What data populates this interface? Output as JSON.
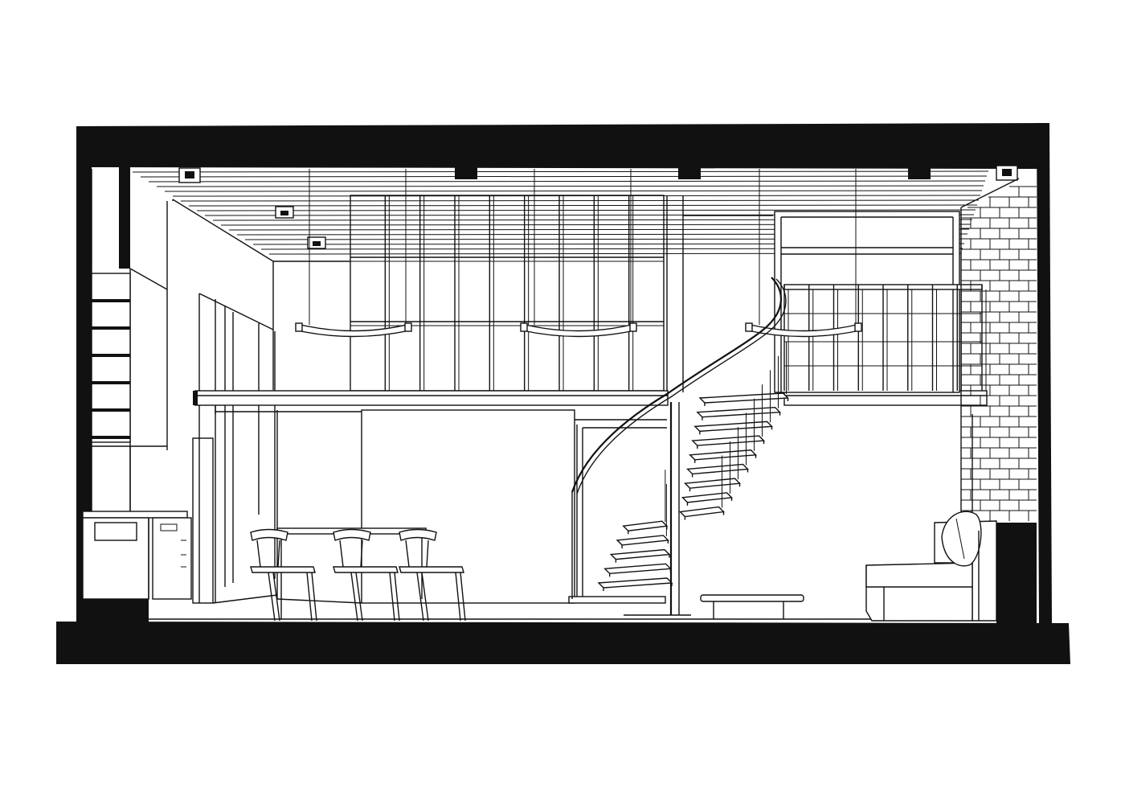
{
  "drawing": {
    "type": "architectural-section",
    "style": "black-and-white line drawing",
    "colors": {
      "ink": "#111111",
      "background": "#ffffff"
    },
    "elements": {
      "mezzanine_levels": 1,
      "pendant_lights": 3,
      "dining_chairs": 3,
      "ceiling_spotlights": 4,
      "glazing_columns": 9,
      "glazing_rows": 3,
      "spiral_stair_treads": 14
    }
  }
}
